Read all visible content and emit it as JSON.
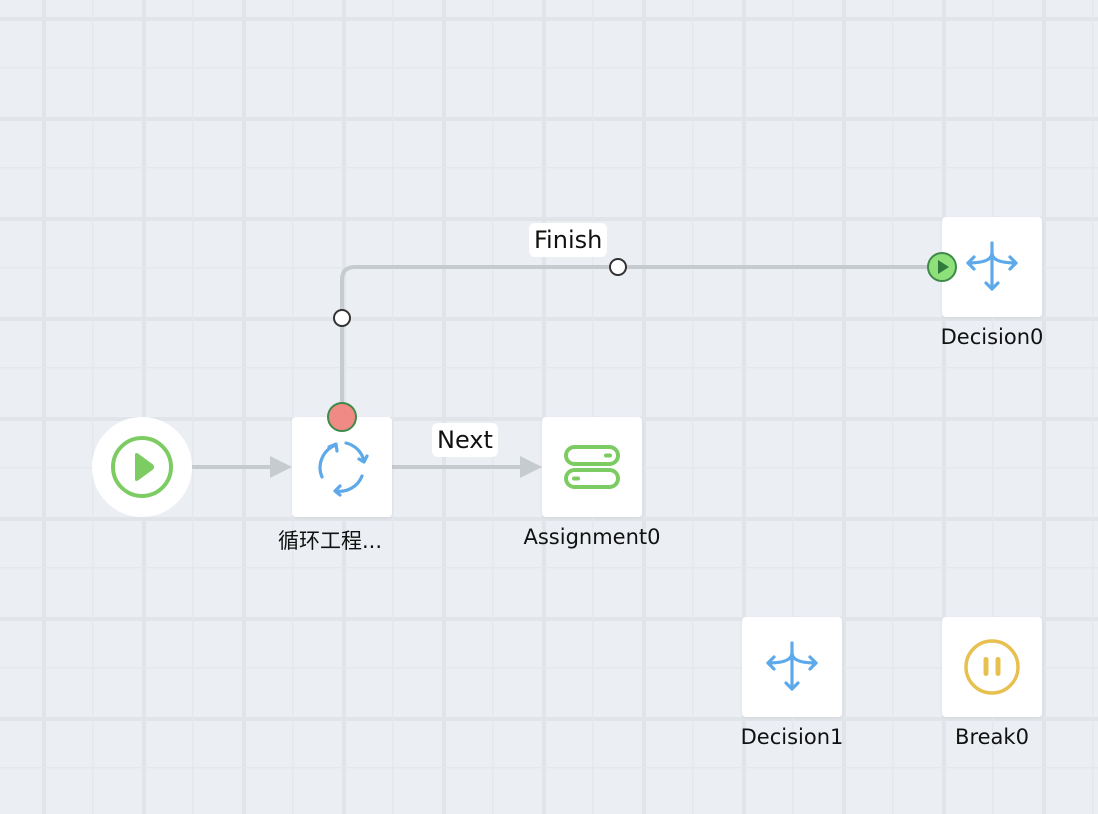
{
  "canvas": {
    "background": "#ebeff4",
    "grid_color": "#e1e5ea"
  },
  "colors": {
    "edge": "#c5cbcf",
    "start_green": "#7ccc63",
    "loop_blue": "#5ea9e9",
    "assign_green": "#7ccc63",
    "decision_blue": "#5ea9e9",
    "break_yellow": "#e8c050",
    "port_red": "#f08a84",
    "port_red_border": "#3e8a4a",
    "port_green": "#8ee07a",
    "port_green_border": "#3e8a4a"
  },
  "nodes": [
    {
      "id": "start",
      "type": "start",
      "icon": "play-circle-icon",
      "label": ""
    },
    {
      "id": "loop",
      "type": "loop",
      "icon": "loop-arrows-icon",
      "label": "循环工程..."
    },
    {
      "id": "assignment0",
      "type": "assignment",
      "icon": "assignment-toggle-icon",
      "label": "Assignment0"
    },
    {
      "id": "decision0",
      "type": "decision",
      "icon": "decision-split-icon",
      "label": "Decision0"
    },
    {
      "id": "decision1",
      "type": "decision",
      "icon": "decision-split-icon",
      "label": "Decision1"
    },
    {
      "id": "break0",
      "type": "break",
      "icon": "pause-circle-icon",
      "label": "Break0"
    }
  ],
  "edges": [
    {
      "from": "start",
      "to": "loop",
      "label": ""
    },
    {
      "from": "loop",
      "to": "assignment0",
      "label": "Next"
    },
    {
      "from": "loop",
      "to": "decision0",
      "label": "Finish"
    }
  ]
}
